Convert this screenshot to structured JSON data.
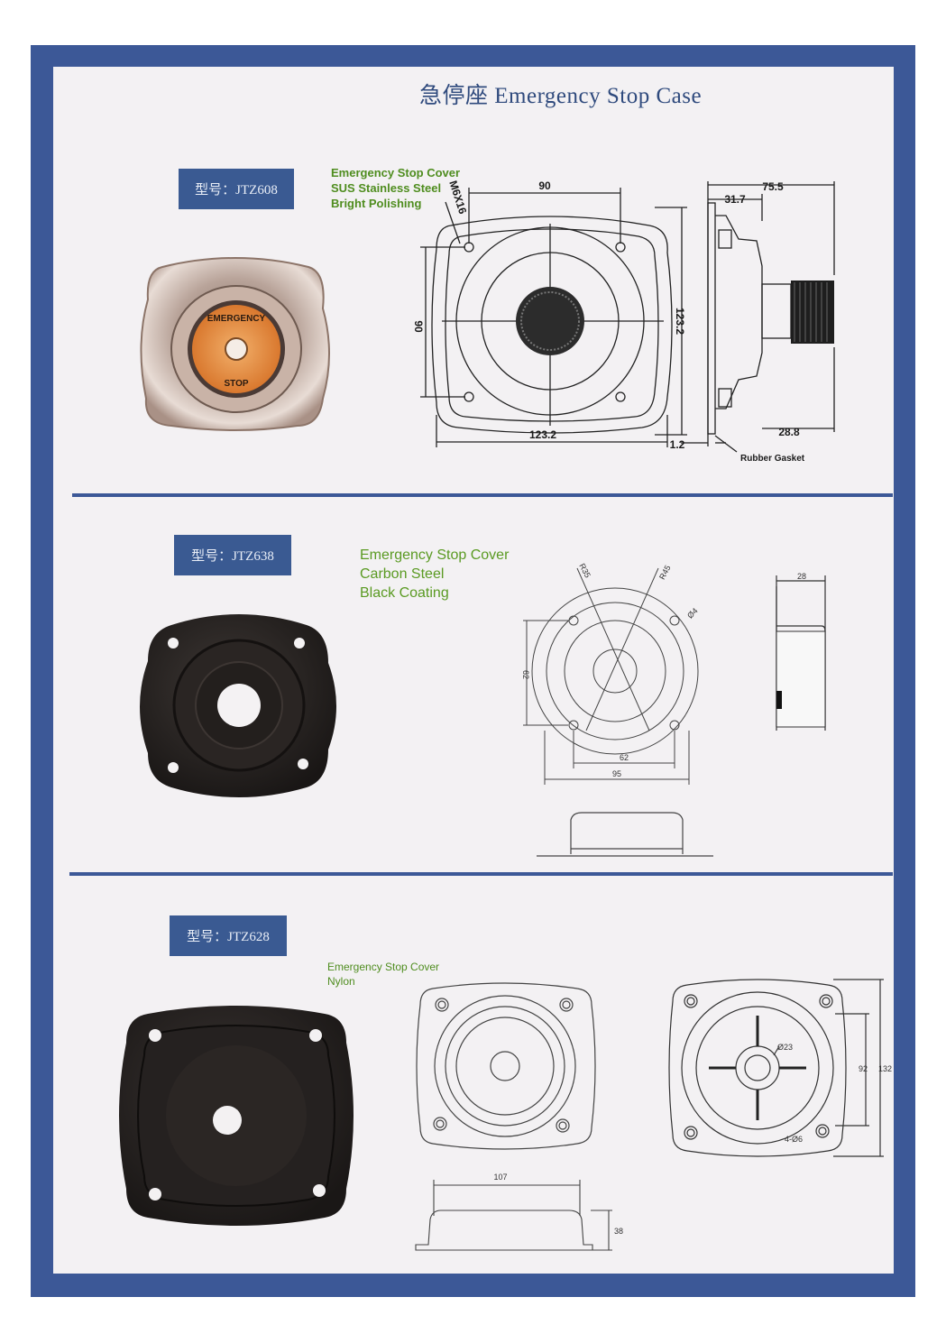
{
  "page": {
    "title": "急停座 Emergency Stop Case"
  },
  "products": [
    {
      "model_label": "型号：JTZ608",
      "spec_lines": [
        "Emergency Stop Cover",
        "SUS Stainless Steel",
        "Bright Polishing"
      ],
      "photo_text": {
        "top": "EMERGENCY",
        "bottom": "STOP"
      },
      "dimensions": {
        "width": "90",
        "height": "90",
        "outer_w": "123.2",
        "outer_h": "123.2",
        "screw": "M6X16",
        "depth": "75.5",
        "flange_depth": "31.7",
        "button_depth": "28.8",
        "thickness": "1.2",
        "gasket": "Rubber Gasket"
      }
    },
    {
      "model_label": "型号：JTZ638",
      "spec_lines": [
        "Emergency Stop Cover",
        "Carbon Steel",
        "Black Coating"
      ],
      "dimensions": {
        "height": "62",
        "hole_pitch": "62",
        "outer_w": "95",
        "depth": "28",
        "hole_d": "Ø4",
        "r1": "R35",
        "r2": "R45"
      }
    },
    {
      "model_label": "型号：JTZ628",
      "spec_lines": [
        "Emergency Stop Cover",
        "Nylon"
      ],
      "dimensions": {
        "center_hole": "Ø23",
        "holes": "4-Ø6",
        "inner_h": "92",
        "outer_h": "132",
        "width": "107",
        "depth": "38"
      }
    }
  ],
  "colors": {
    "frame": "#3c5897",
    "sheet": "#f3f1f3",
    "title": "#2f4a7d",
    "model_badge": "#3a5a92",
    "spec_text": "#4a8a1c"
  }
}
